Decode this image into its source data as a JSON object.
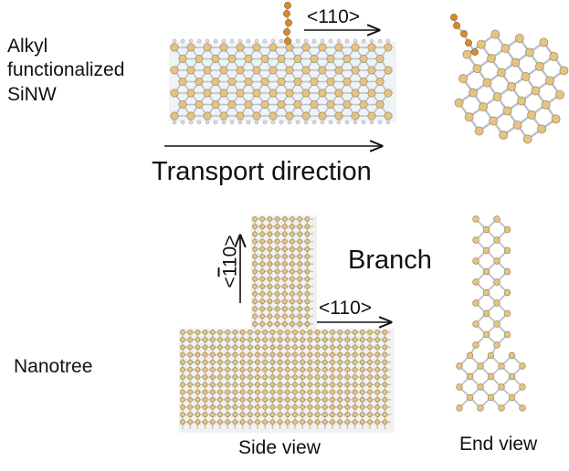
{
  "labels": {
    "sinw": "Alkyl\nfunctionalized\nSiNW",
    "direction_110_top": "<110>",
    "transport": "Transport direction",
    "branch": "Branch",
    "direction_110_bottom": "<110>",
    "direction_vertical_pre": "<",
    "direction_vertical_bar": "1",
    "direction_vertical_post": "10>",
    "nanotree": "Nanotree",
    "side_view": "Side view",
    "end_view": "End view"
  },
  "colors": {
    "atom_si": "#e2c488",
    "atom_si_edge": "#9a7a3e",
    "atom_h": "#dcdcdc",
    "bond": "#b8c2c8",
    "alkyl": "#d98a2b",
    "text": "#111111"
  }
}
